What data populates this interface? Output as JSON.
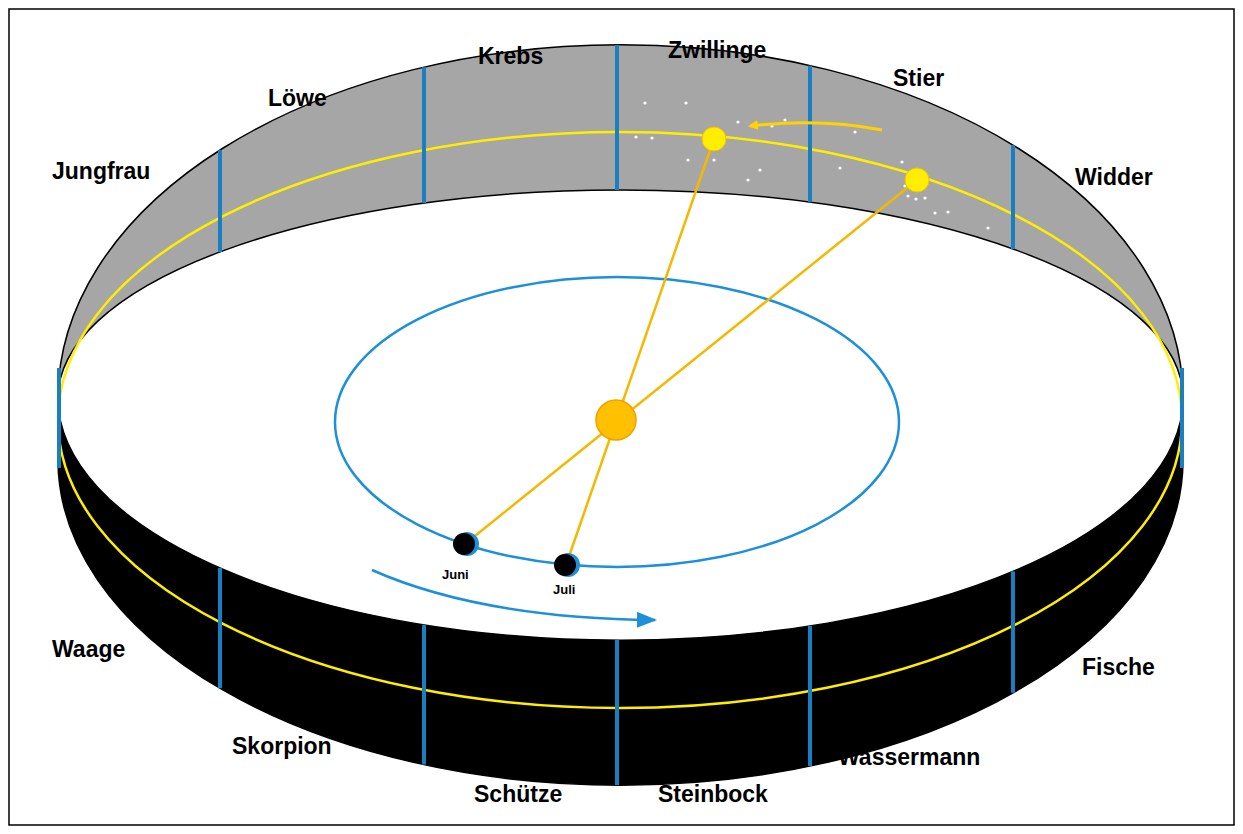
{
  "diagram": {
    "labels": [
      "Jungfrau",
      "Löwe",
      "Krebs",
      "Zwillinge",
      "Stier",
      "Widder",
      "Fische",
      "Wassermann",
      "Steinbock",
      "Schütze",
      "Skorpion",
      "Waage",
      "Juni",
      "Juli"
    ]
  }
}
